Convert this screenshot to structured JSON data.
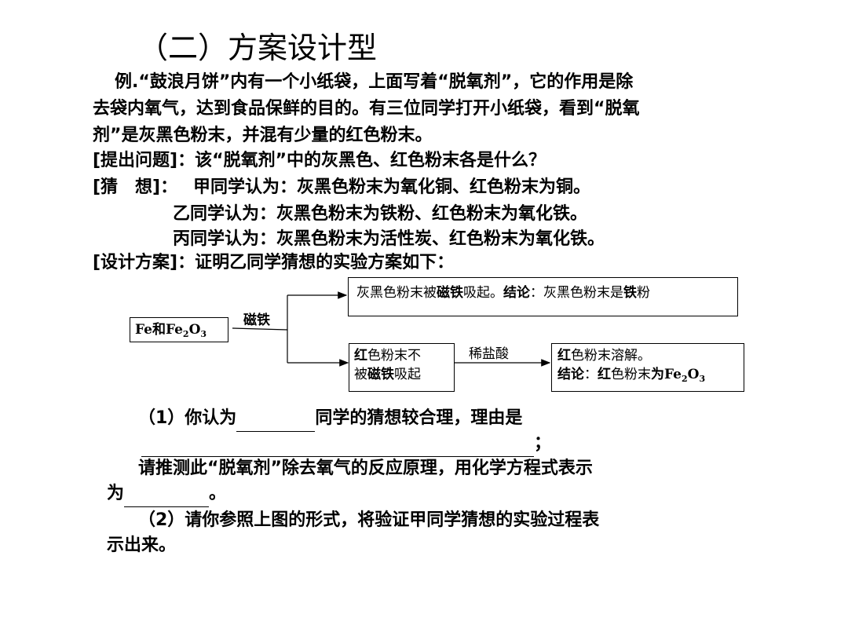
{
  "title": "（二）方案设计型",
  "intro": {
    "line1": "例.“鼓浪月饼”内有一个小纸袋，上面写着“脱氧剂”，它的作用是除",
    "line2": "去袋内氧气，达到食品保鲜的目的。有三位同学打开小纸袋，看到“脱氧",
    "line3": "剂”是灰黑色粉末，并混有少量的红色粉末。"
  },
  "question": "[提出问题]：该“脱氧剂”中的灰黑色、红色粉末各是什么？",
  "guess": {
    "label": "[猜　想]：",
    "jia": "甲同学认为：灰黑色粉末为氧化铜、红色粉末为铜。",
    "yi": "乙同学认为：灰黑色粉末为铁粉、红色粉末为氧化铁。",
    "bing": "丙同学认为：灰黑色粉末为活性炭、红色粉末为氧化铁。"
  },
  "design": "[设计方案]：证明乙同学猜想的实验方案如下：",
  "diagram": {
    "start_prefix": "Fe和Fe",
    "start_sub1": "2",
    "start_mid": "O",
    "start_sub2": "3",
    "magnet": "磁铁",
    "top_result_a": "灰黑色粉末被",
    "top_result_b": "磁铁",
    "top_result_c": "吸起。",
    "top_result_d": "结论",
    "top_result_e": "：灰黑色粉末是",
    "top_result_f": "铁",
    "top_result_g": "粉",
    "bottom_a1": "红",
    "bottom_a2": "色粉末不",
    "bottom_b1": "被",
    "bottom_b2": "磁铁",
    "bottom_b3": "吸起",
    "acid": "稀盐酸",
    "final_a1": "红",
    "final_a2": "色粉末溶解。",
    "final_b1": "结论",
    "final_b2": "：",
    "final_b3": "红",
    "final_b4": "色粉末",
    "final_b5": "为Fe",
    "final_sub1": "2",
    "final_b6": "O",
    "final_sub2": "3"
  },
  "q1": {
    "prefix": "（1）你认为",
    "middle": "同学的猜想较合理，理由是",
    "end": "；"
  },
  "q1b": {
    "line1": "请推测此“脱氧剂”除去氧气的反应原理，用化学方程式表示",
    "line2_prefix": "为",
    "line2_end": "。"
  },
  "q2": {
    "line1": "（2）请你参照上图的形式，将验证甲同学猜想的实验过程表",
    "line2": "示出来。"
  }
}
